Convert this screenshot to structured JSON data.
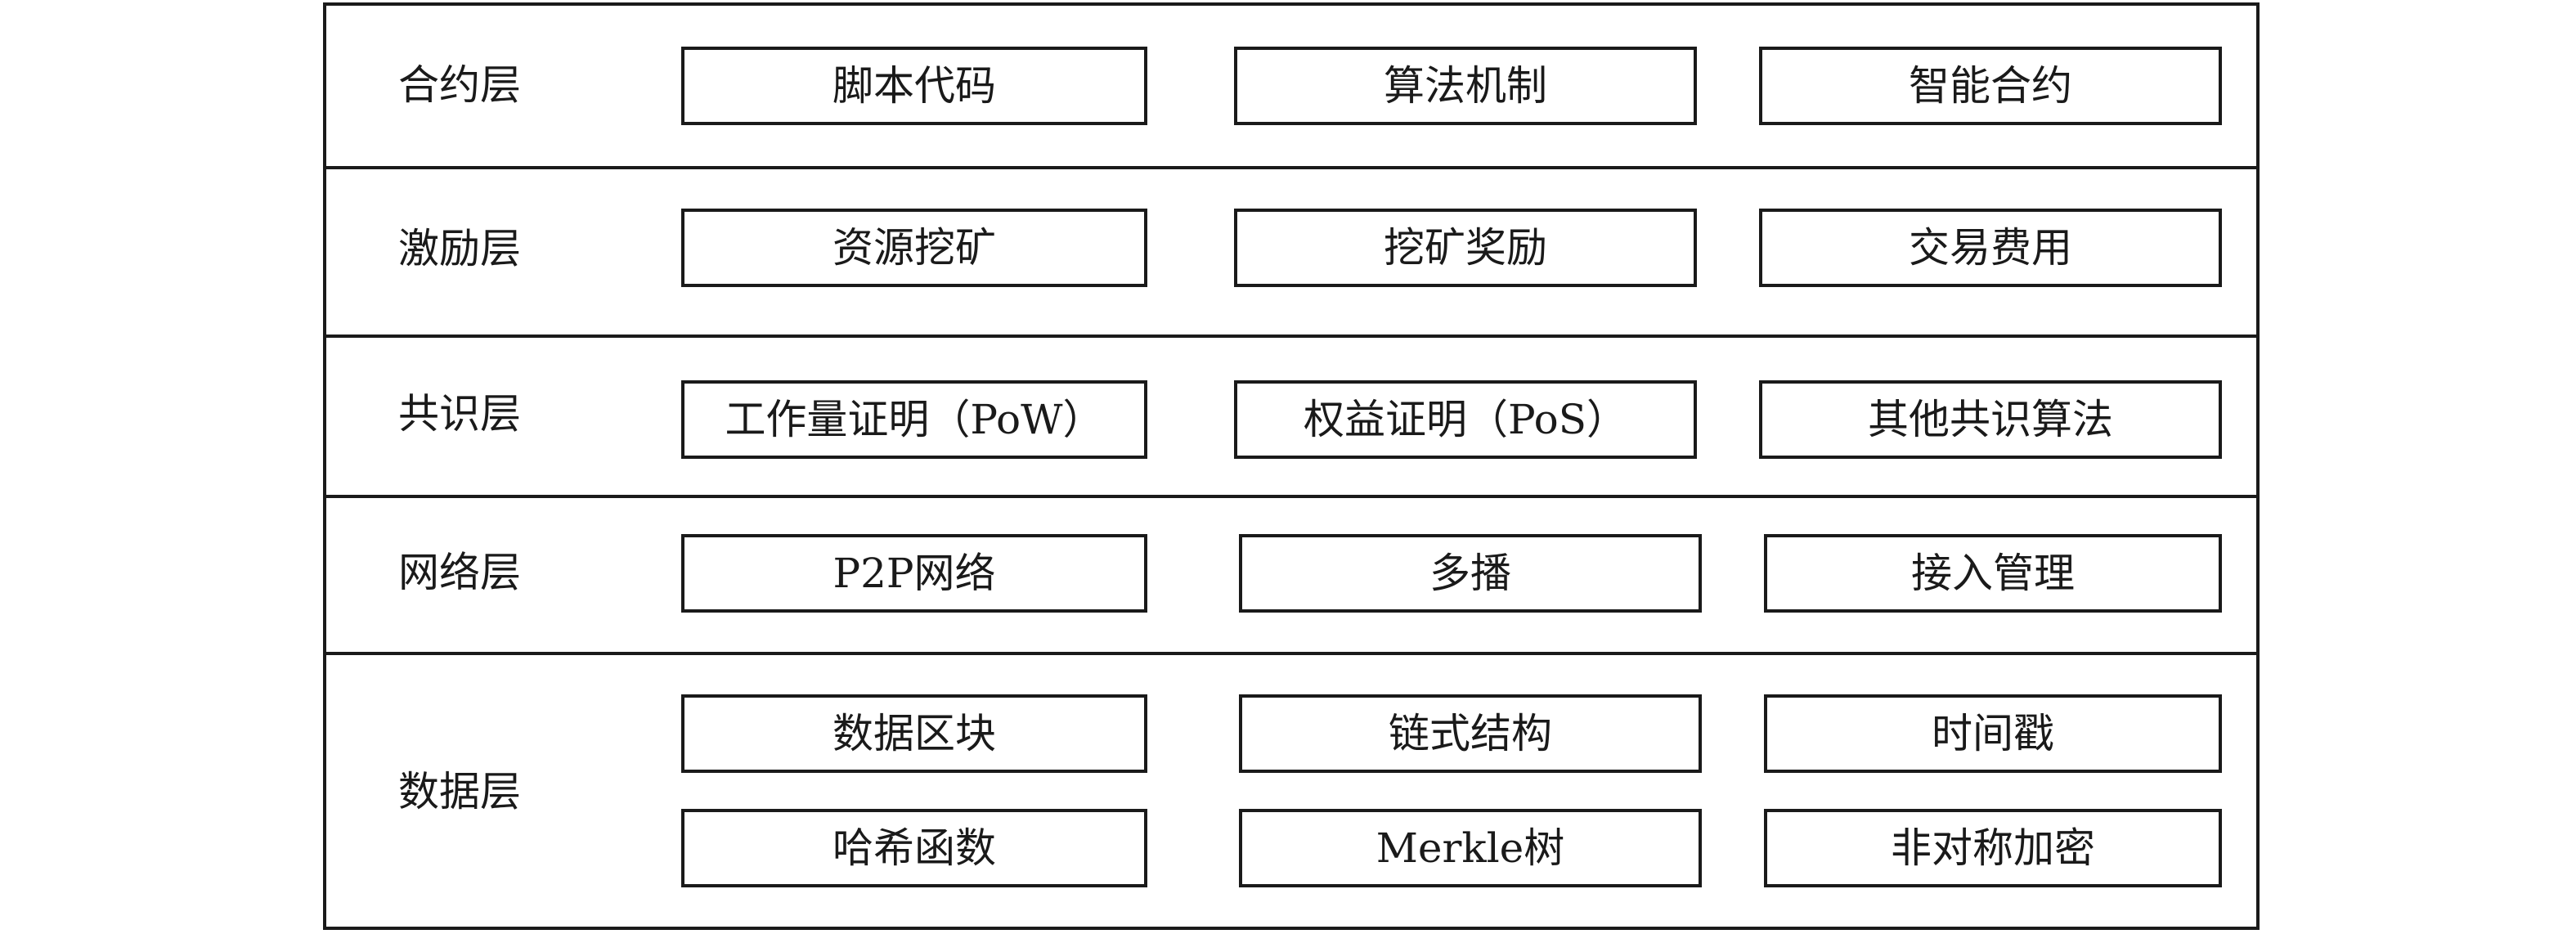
{
  "layers": [
    {
      "label": "合约层",
      "items": [
        "脚本代码",
        "算法机制",
        "智能合约"
      ]
    },
    {
      "label": "激励层",
      "items": [
        "资源挖矿",
        "挖矿奖励",
        "交易费用"
      ]
    },
    {
      "label": "共识层",
      "items": [
        "工作量证明（PoW）",
        "权益证明（PoS）",
        "其他共识算法"
      ]
    },
    {
      "label": "网络层",
      "items": [
        "P2P网络",
        "多播",
        "接入管理"
      ]
    },
    {
      "label": "数据层",
      "items": [
        "数据区块",
        "链式结构",
        "时间戳",
        "哈希函数",
        "Merkle树",
        "非对称加密"
      ]
    }
  ]
}
